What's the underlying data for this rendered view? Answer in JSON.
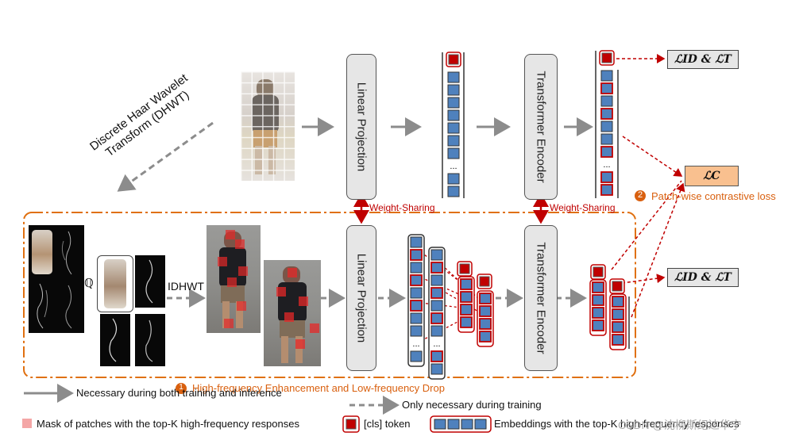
{
  "labels": {
    "dhwt": [
      "Discrete Haar Wavelet",
      "Transform (DHWT)"
    ],
    "linear_projection": "Linear Projection",
    "transformer_encoder": "Transformer Encoder",
    "weight_sharing": "Weight-Sharing",
    "idhwt": "IDHWT",
    "q_symbol": "ℚ",
    "ellipsis": "...",
    "loss_id_t": "ℒID & ℒT",
    "loss_c": "ℒC",
    "patch_wise": "Patch-wise contrastive loss",
    "patch_wise_num": "2",
    "high_freq": "High-frequency Enhancement and Low-frequency Drop",
    "high_freq_num": "1"
  },
  "legend": {
    "solid_arrow": "Necessary during both training and inference",
    "dashed_arrow": "Only necessary during training",
    "mask": "Mask of patches with the top-K high-frequency responses",
    "cls": "[cls] token",
    "embeddings": "Embeddings with the top-K high-frequency responses"
  },
  "watermark": "CSDN @沈柳斯纪达华宁",
  "colors": {
    "cls_token": "#c00000",
    "embedding": "#4f81bd",
    "mask": "#f4a6a6",
    "orange": "#e07010",
    "arrow_gray": "#8c8c8c",
    "loss_c_fill": "#f9c08f"
  }
}
